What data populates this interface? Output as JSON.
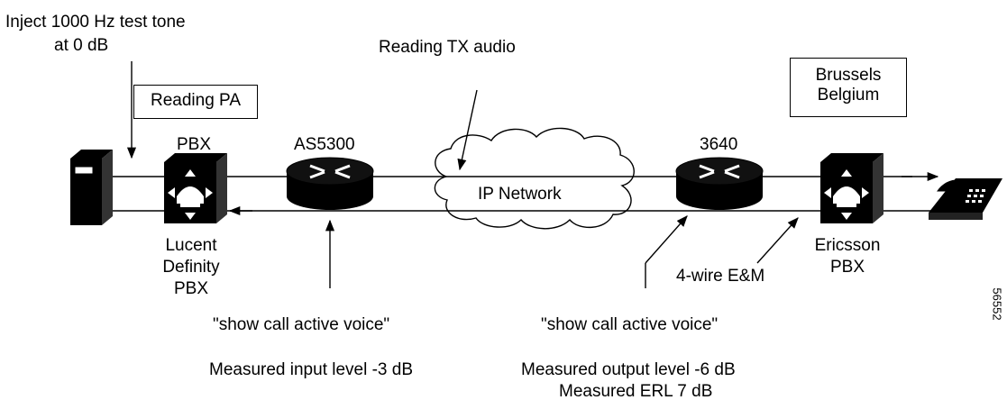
{
  "labels": {
    "inject_line1": "Inject 1000 Hz test tone",
    "inject_line2": "at 0 dB",
    "reading_pa": "Reading PA",
    "reading_tx": "Reading TX audio",
    "brussels_line1": "Brussels",
    "brussels_line2": "Belgium",
    "pbx": "PBX",
    "as5300": "AS5300",
    "ip_network": "IP Network",
    "r3640": "3640",
    "lucent_line1": "Lucent",
    "lucent_line2": "Definity",
    "lucent_line3": "PBX",
    "ericsson_line1": "Ericsson",
    "ericsson_line2": "PBX",
    "four_wire": "4-wire E&M",
    "show_call_left": "\"show call active voice\"",
    "show_call_right": "\"show call active voice\"",
    "measured_input": "Measured input level -3 dB",
    "measured_output": "Measured output level -6 dB",
    "measured_erl": "Measured ERL 7 dB",
    "figure_id": "56552"
  }
}
